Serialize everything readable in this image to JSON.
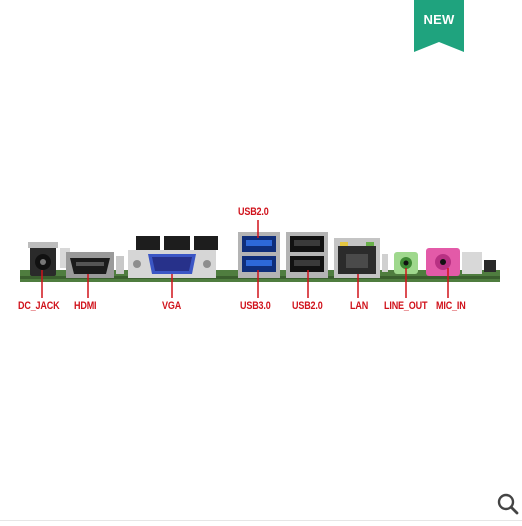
{
  "badge": {
    "label": "NEW",
    "color": "#1fa37e"
  },
  "product": {
    "label_color": "#d0121b",
    "ports": {
      "dc_jack": "DC_JACK",
      "hdmi": "HDMI",
      "vga": "VGA",
      "usb2_top": "USB2.0",
      "usb3": "USB3.0",
      "usb2_bottom": "USB2.0",
      "lan": "LAN",
      "line_out": "LINE_OUT",
      "mic_in": "MIC_IN"
    }
  },
  "toolbar": {
    "zoom_icon": "magnifier-icon"
  }
}
